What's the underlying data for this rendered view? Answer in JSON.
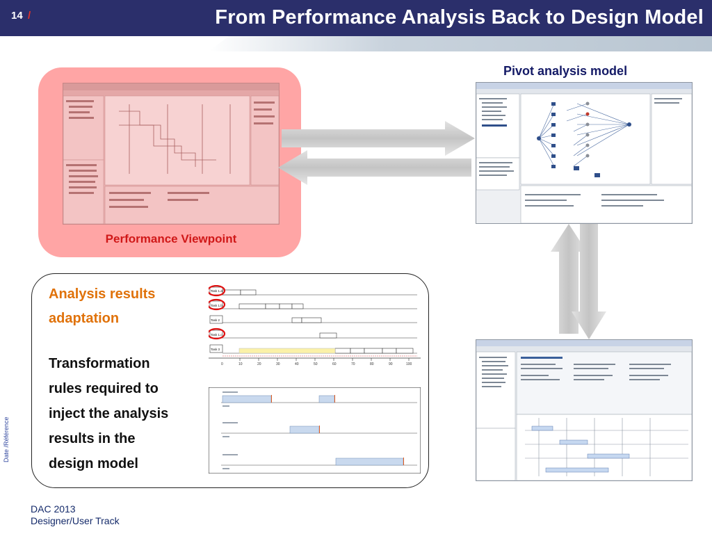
{
  "slide": {
    "page_number": "14",
    "page_separator": "/",
    "title": "From Performance Analysis Back to Design Model",
    "side_label": "Date /Référence"
  },
  "pv": {
    "label": "Performance Viewpoint"
  },
  "pivot": {
    "label": "Pivot analysis model"
  },
  "results": {
    "adaptation_line1": "Analysis results",
    "adaptation_line2": "adaptation",
    "transformation_lines": [
      "Transformation",
      "rules required to",
      "inject the analysis",
      "results in the",
      "design model"
    ]
  },
  "gantt": {
    "tasks": [
      "Task 1.a",
      "Task 1.b",
      "Task 2",
      "Task 1.c",
      "Task 3"
    ],
    "ticks": [
      "0",
      "10",
      "20",
      "30",
      "40",
      "50",
      "60",
      "70",
      "80",
      "90",
      "100"
    ]
  },
  "footer": {
    "line1": "DAC 2013",
    "line2": "Designer/User Track"
  },
  "colors": {
    "header": "#2b2f6b",
    "pv_box": "#ffa5a5",
    "pv_text": "#d01818",
    "adaptation_text": "#e0720a",
    "pivot_text": "#141a66"
  }
}
